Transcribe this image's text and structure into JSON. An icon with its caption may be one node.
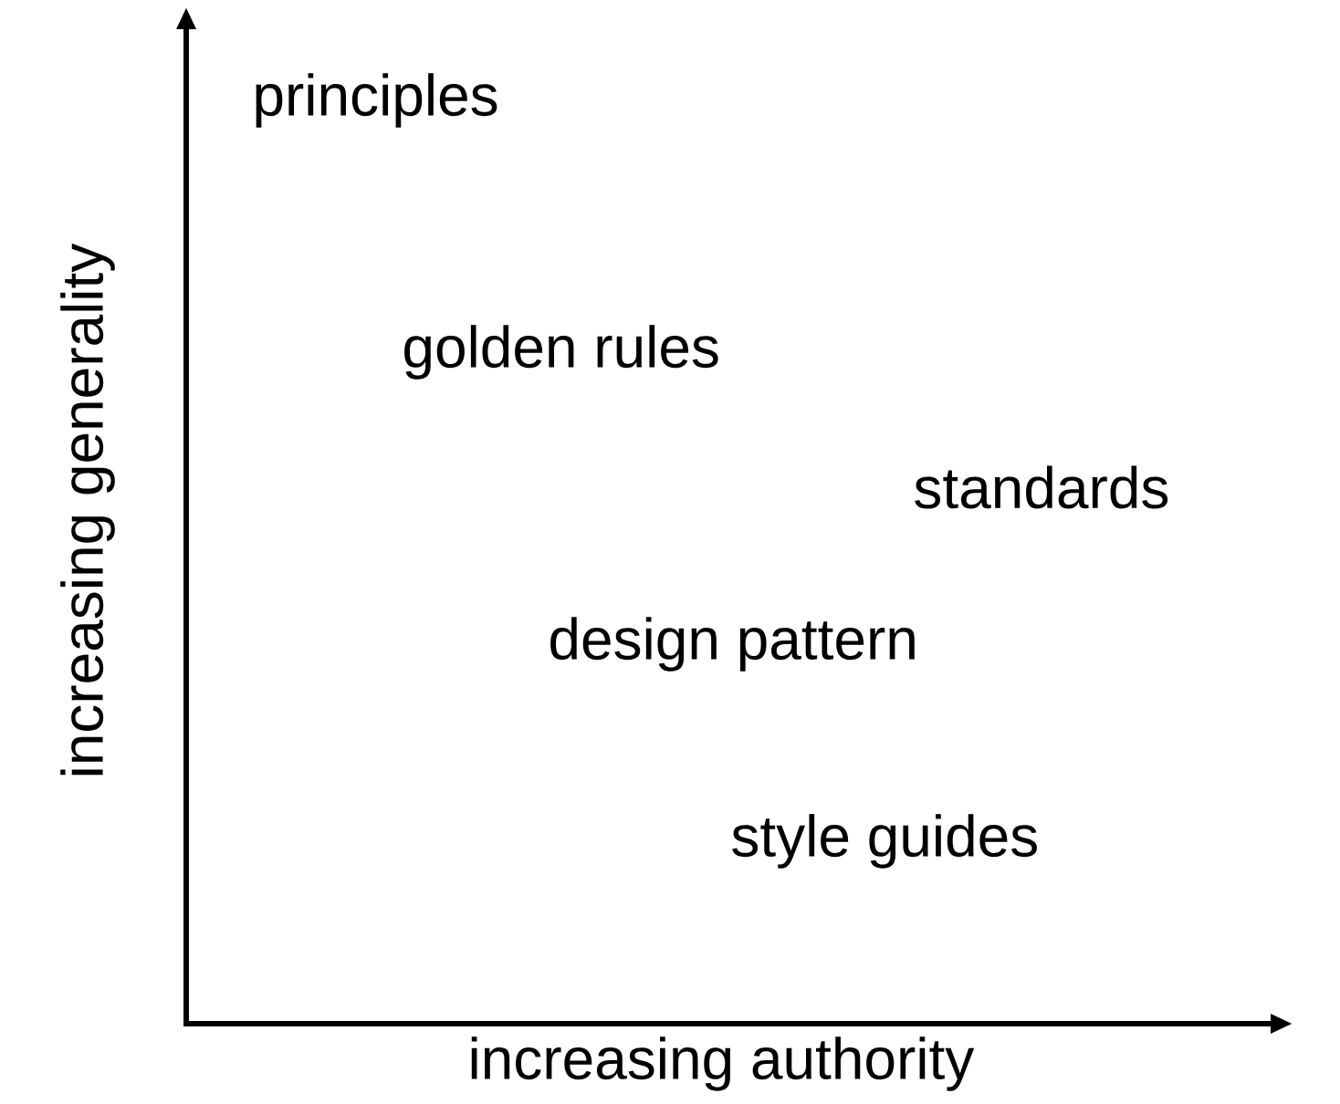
{
  "diagram": {
    "labels": [
      "increasing generality",
      "principles",
      "golden rules",
      "standards",
      "design pattern",
      "style guides",
      "increasing authority"
    ]
  }
}
